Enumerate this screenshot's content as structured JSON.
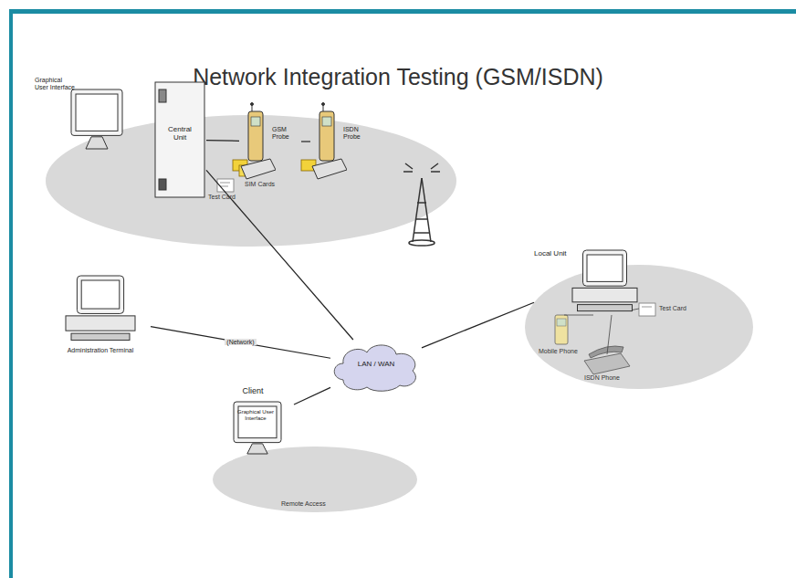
{
  "diagram": {
    "title": "Network Integration Testing (GSM/ISDN)",
    "nodes": [
      {
        "text": [
          "Central Unit"
        ]
      },
      {
        "text": [
          "Graphical User Interface"
        ]
      },
      {
        "text": [
          "Administration Terminal"
        ]
      },
      {
        "text": [
          "LAN / WAN"
        ]
      },
      {
        "text": [
          "Client",
          "Graphical User Interface"
        ]
      },
      {
        "text": [
          "Local Unit"
        ]
      },
      {
        "text": [
          "GSM Probe"
        ]
      },
      {
        "text": [
          "ISDN Probe"
        ]
      }
    ],
    "edges": [
      {
        "from": 0,
        "to": 3,
        "arrow": "none"
      },
      {
        "from": 2,
        "to": 3,
        "label": "(Network)",
        "arrow": "none"
      },
      {
        "from": 4,
        "to": 3,
        "arrow": "none"
      },
      {
        "from": 3,
        "to": 5,
        "arrow": "none"
      },
      {
        "from": 0,
        "to": 6,
        "arrow": "none"
      },
      {
        "from": 6,
        "to": 7,
        "arrow": "none"
      }
    ],
    "labels": [
      "SIM Cards",
      "Test Card",
      "Mobile Phone",
      "ISDN Phone",
      "Test Card",
      "Remote Access"
    ]
  }
}
